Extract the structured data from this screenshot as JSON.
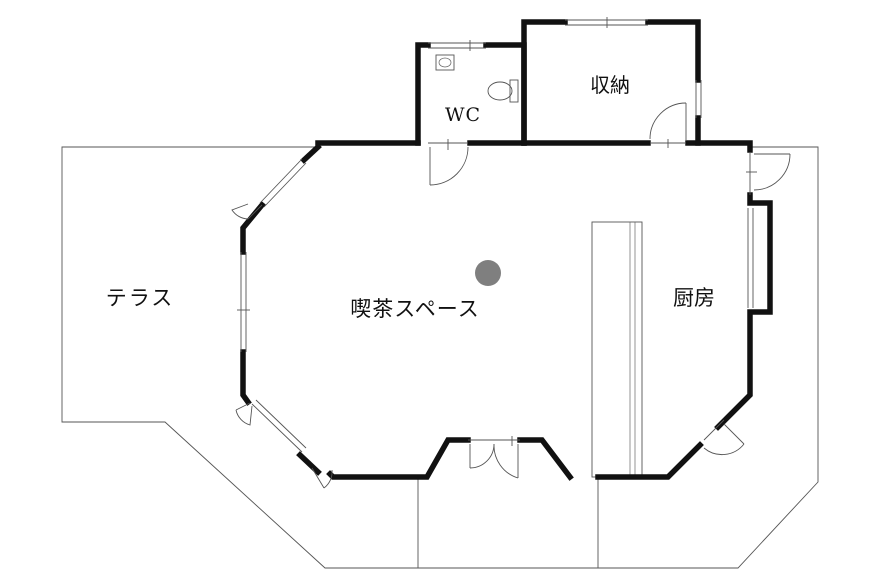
{
  "rooms": {
    "cafe": "喫茶スペース",
    "terrace": "テラス",
    "kitchen": "厨房",
    "storage": "収納",
    "wc": "WC"
  },
  "colors": {
    "wall": "#111111",
    "line": "#555555",
    "marker": "#7f7f7f"
  }
}
